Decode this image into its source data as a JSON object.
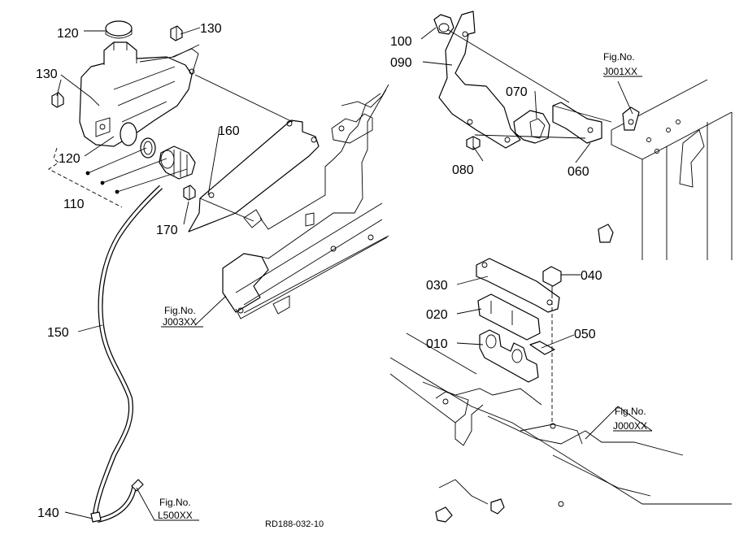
{
  "callouts": {
    "c120a": "120",
    "c130a": "130",
    "c130b": "130",
    "c120b": "120",
    "c110": "110",
    "c160": "160",
    "c170": "170",
    "c150": "150",
    "c140": "140",
    "c100": "100",
    "c090": "090",
    "c070": "070",
    "c080": "080",
    "c060": "060",
    "c030": "030",
    "c040": "040",
    "c020": "020",
    "c010": "010",
    "c050": "050"
  },
  "figrefs": {
    "j003": {
      "label": "Fig.No.",
      "code": "J003XX"
    },
    "j001": {
      "label": "Fig.No.",
      "code": "J001XX"
    },
    "j000": {
      "label": "Fig.No.",
      "code": "J000XX"
    },
    "l500": {
      "label": "Fig.No.",
      "code": "L500XX"
    }
  },
  "drawing_id": "RD188-032-10"
}
